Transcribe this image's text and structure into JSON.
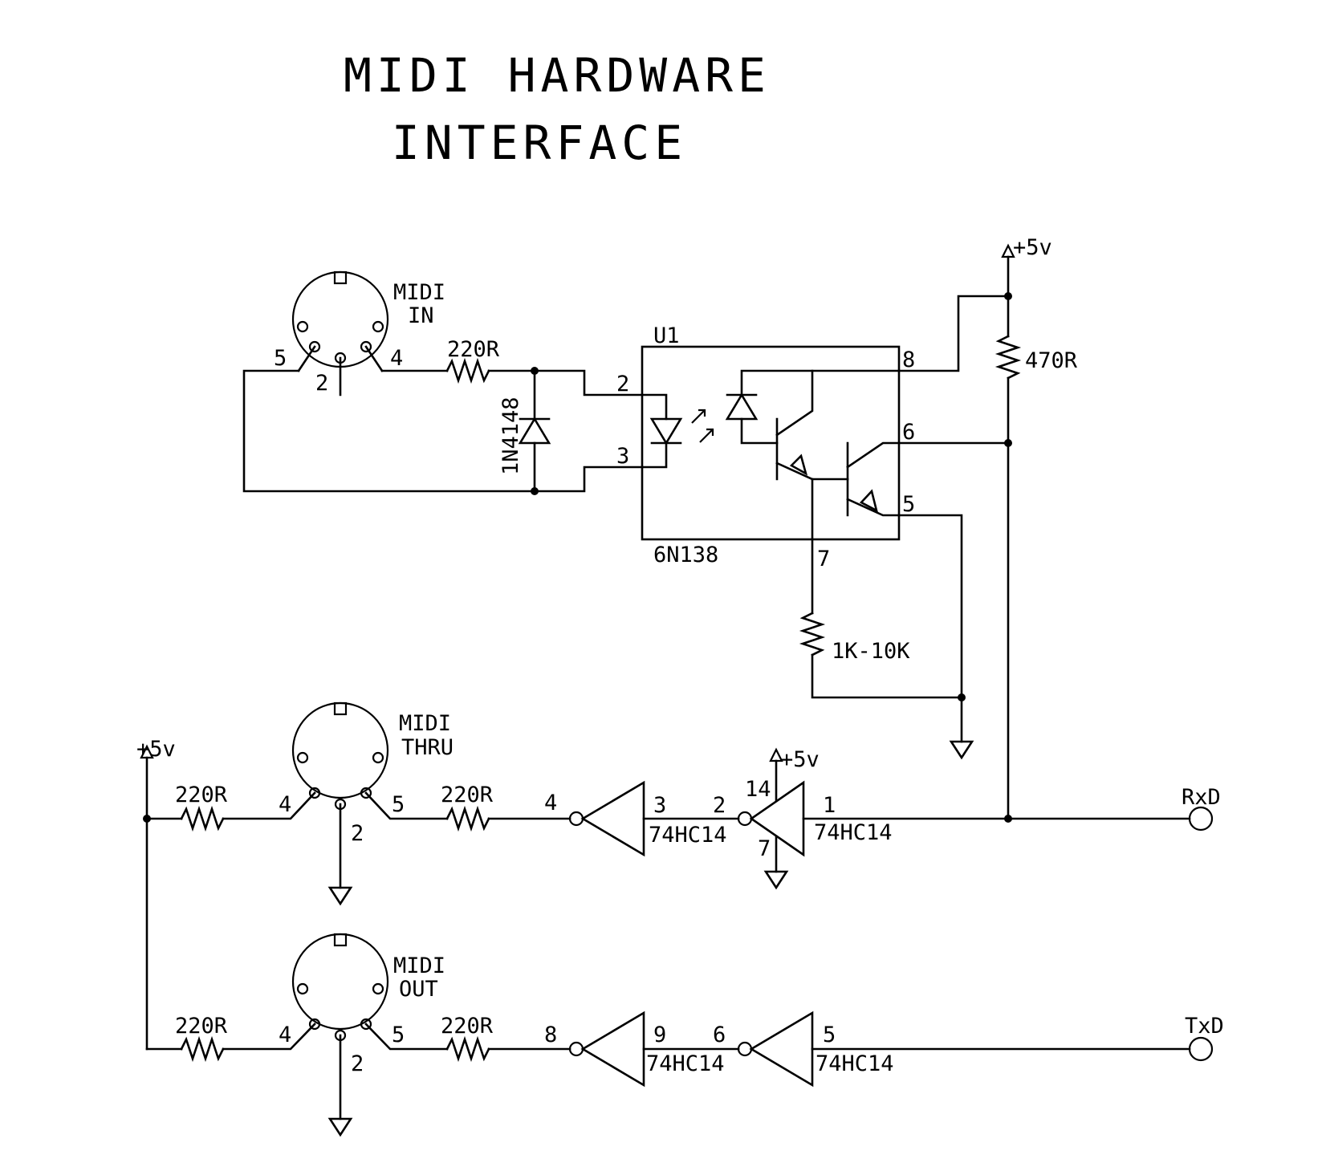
{
  "title": {
    "line1": "MIDI HARDWARE",
    "line2": "INTERFACE"
  },
  "connectors": {
    "midi_in": {
      "name_line1": "MIDI",
      "name_line2": "IN",
      "pin_left": "5",
      "pin_right": "4",
      "pin_center": "2"
    },
    "midi_thru": {
      "name_line1": "MIDI",
      "name_line2": "THRU",
      "pin_left": "4",
      "pin_right": "5",
      "pin_center": "2"
    },
    "midi_out": {
      "name_line1": "MIDI",
      "name_line2": "OUT",
      "pin_left": "4",
      "pin_right": "5",
      "pin_center": "2"
    }
  },
  "components": {
    "r_in": "220R",
    "diode": "1N4148",
    "opto_ref": "U1",
    "opto_part": "6N138",
    "r_pullup": "470R",
    "r_base": "1K-10K",
    "r_thru_supply": "220R",
    "r_thru_signal": "220R",
    "r_out_supply": "220R",
    "r_out_signal": "220R",
    "inverter_part": "74HC14"
  },
  "pins": {
    "opto": {
      "p2": "2",
      "p3": "3",
      "p8": "8",
      "p6": "6",
      "p5": "5",
      "p7": "7"
    },
    "thru_inv_a": {
      "in": "3",
      "out": "4"
    },
    "thru_inv_b": {
      "in": "1",
      "out": "2",
      "vcc": "14",
      "gnd": "7"
    },
    "out_inv_a": {
      "in": "9",
      "out": "8"
    },
    "out_inv_b": {
      "in": "5",
      "out": "6"
    }
  },
  "power": {
    "vcc_label": "+5v"
  },
  "signals": {
    "rx": "RxD",
    "tx": "TxD"
  }
}
